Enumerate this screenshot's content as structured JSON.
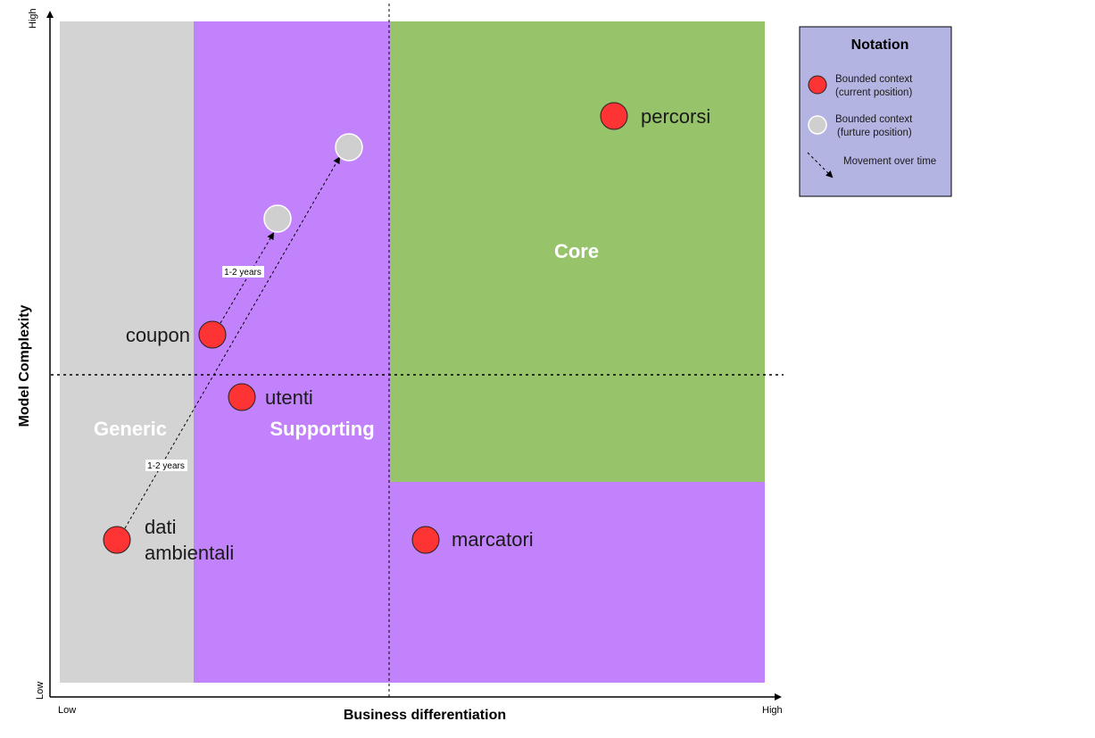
{
  "axes": {
    "x_title": "Business differentiation",
    "y_title": "Model Complexity",
    "x_low": "Low",
    "x_high": "High",
    "y_low": "Low",
    "y_high": "High"
  },
  "zones": {
    "generic": "Generic",
    "supporting": "Supporting",
    "core": "Core"
  },
  "colors": {
    "generic": "#d3d3d3",
    "supporting": "#c182fc",
    "core": "#97c46a",
    "current_dot": "#fe3333",
    "future_dot": "#cfcfcf",
    "legend_bg": "#b4b4e3"
  },
  "contexts": [
    {
      "id": "percorsi",
      "label_lines": [
        "percorsi"
      ]
    },
    {
      "id": "coupon",
      "label_lines": [
        "coupon"
      ]
    },
    {
      "id": "utenti",
      "label_lines": [
        "utenti"
      ]
    },
    {
      "id": "dati-ambientali",
      "label_lines": [
        "dati",
        "ambientali"
      ]
    },
    {
      "id": "marcatori",
      "label_lines": [
        "marcatori"
      ]
    }
  ],
  "movements": [
    {
      "from": "coupon",
      "label": "1-2 years"
    },
    {
      "from": "dati-ambientali",
      "label": "1-2 years"
    }
  ],
  "legend": {
    "title": "Notation",
    "current": [
      "Bounded context",
      "(current position)"
    ],
    "future": [
      "Bounded context",
      "(furture position)"
    ],
    "movement": "Movement over time"
  }
}
